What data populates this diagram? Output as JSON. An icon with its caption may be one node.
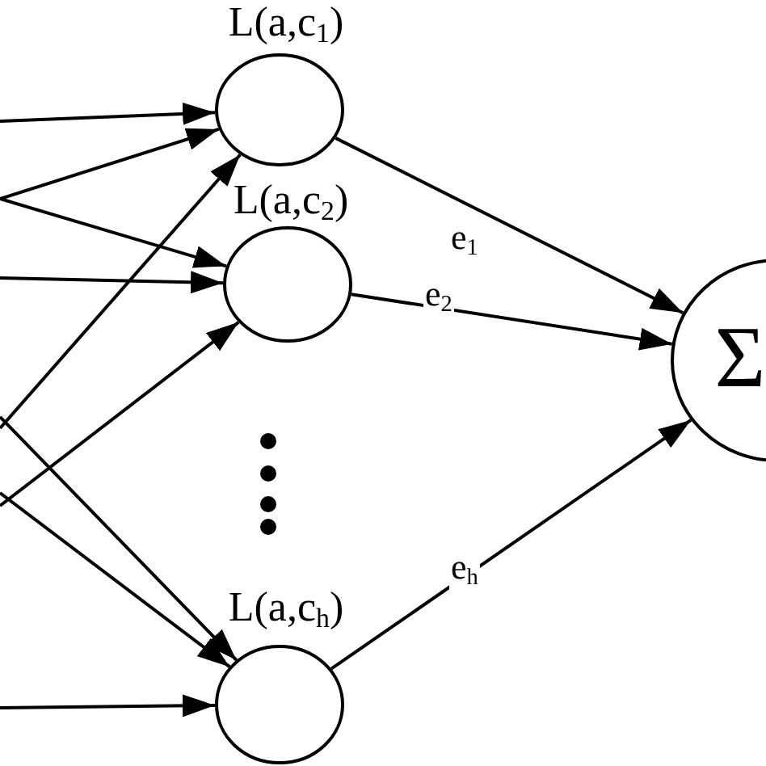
{
  "diagram": {
    "nodes": [
      {
        "text": [
          "L(a,c$_{1}$)"
        ]
      },
      {
        "text": [
          "L(a,c$_{2}$)"
        ]
      },
      {
        "text": [
          "L(a,c$_{h}$)"
        ]
      },
      {
        "text": [
          "Σ"
        ]
      }
    ],
    "edges": [
      {
        "from": null,
        "to": 0,
        "arrow": "to"
      },
      {
        "from": null,
        "to": 0,
        "arrow": "to"
      },
      {
        "from": null,
        "to": 1,
        "arrow": "to"
      },
      {
        "from": null,
        "to": 1,
        "arrow": "to"
      },
      {
        "from": null,
        "to": 0,
        "arrow": "to"
      },
      {
        "from": null,
        "to": 1,
        "arrow": "to"
      },
      {
        "from": null,
        "to": 2,
        "arrow": "to"
      },
      {
        "from": null,
        "to": 2,
        "arrow": "to"
      },
      {
        "from": null,
        "to": 2,
        "arrow": "to"
      },
      {
        "from": 0,
        "to": 3,
        "label": "e$_{1}$",
        "arrow": "to"
      },
      {
        "from": 1,
        "to": 3,
        "label": "e$_{2}$",
        "arrow": "to"
      },
      {
        "from": 2,
        "to": 3,
        "label": "e$_{h}$",
        "arrow": "to"
      }
    ]
  }
}
